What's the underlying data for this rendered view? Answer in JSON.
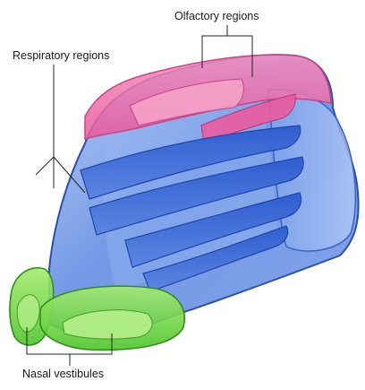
{
  "labels": {
    "olfactory": "Olfactory regions",
    "respiratory": "Respiratory regions",
    "nasal": "Nasal vestibules"
  },
  "colors": {
    "respiratory": "#3f6fd8",
    "respiratory_light": "#8fb2f0",
    "olfactory": "#f06fa9",
    "vestibule": "#78d84a",
    "leader_line": "#222222"
  }
}
